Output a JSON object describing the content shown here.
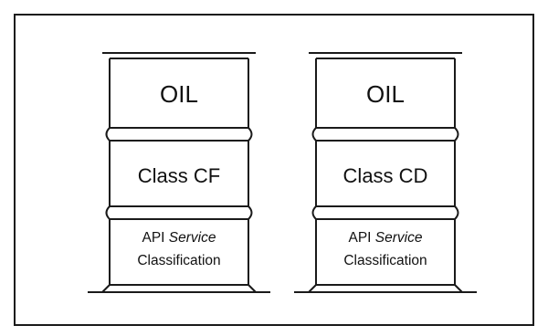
{
  "figure": {
    "stroke_color": "#1a1a1a",
    "background": "#ffffff"
  },
  "drums": [
    {
      "top_label": "OIL",
      "class_label": "Class CF",
      "service_label_line1_prefix": "API ",
      "service_label_line1_emph": "Service",
      "service_label_line2": "Classification"
    },
    {
      "top_label": "OIL",
      "class_label": "Class CD",
      "service_label_line1_prefix": "API ",
      "service_label_line1_emph": "Service",
      "service_label_line2": "Classification"
    }
  ]
}
